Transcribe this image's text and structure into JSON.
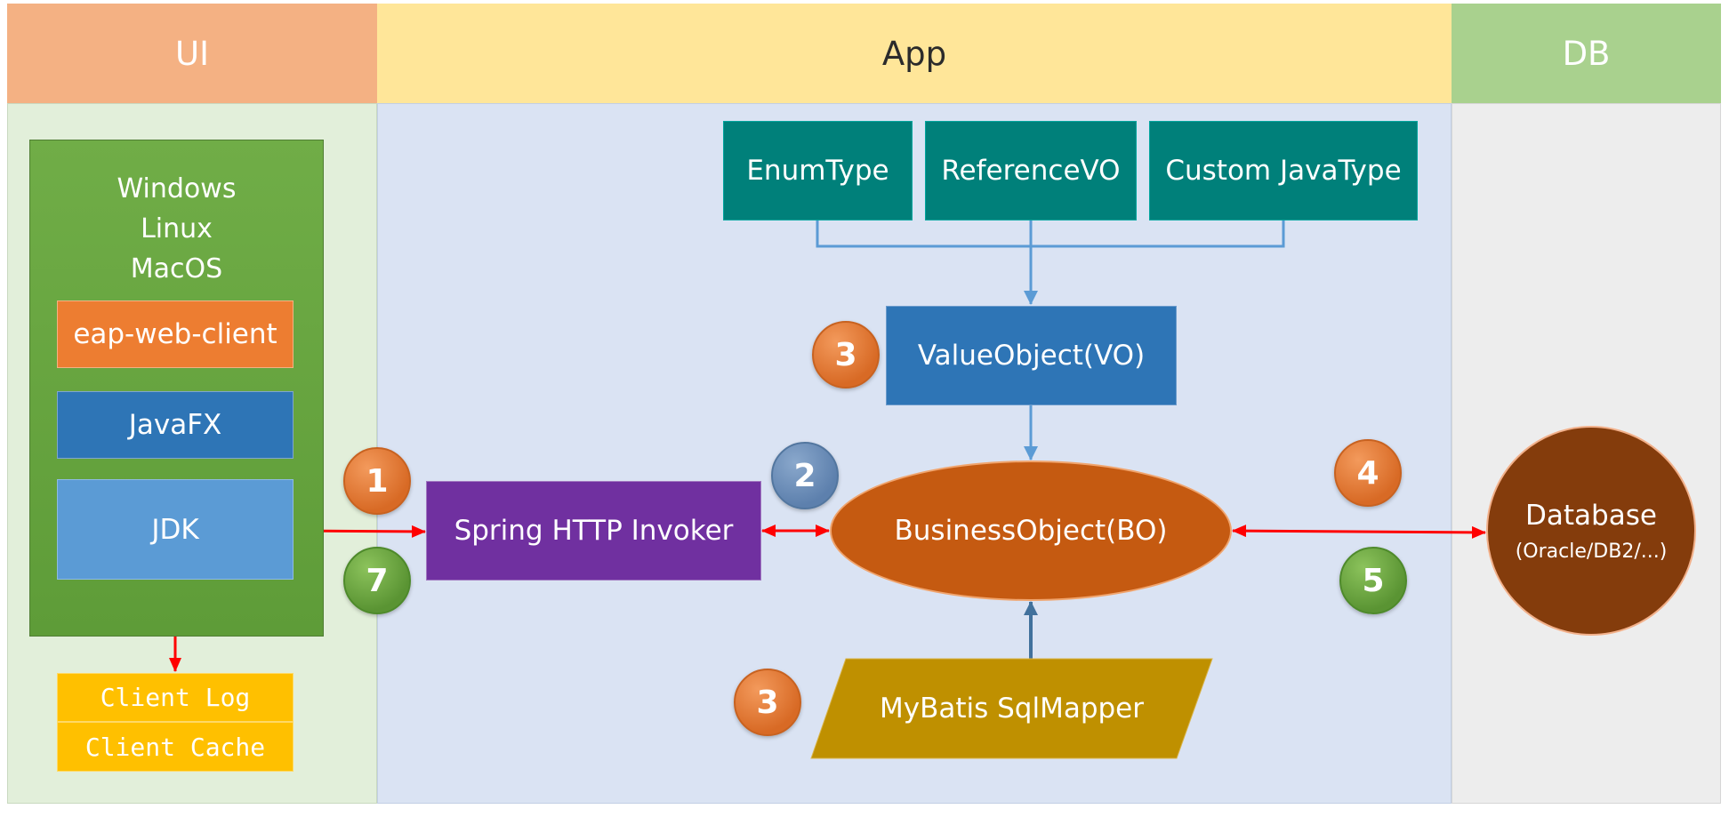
{
  "lanes": {
    "ui": "UI",
    "app": "App",
    "db": "DB"
  },
  "os_lines": [
    "Windows",
    "Linux",
    "MacOS"
  ],
  "client": {
    "web_client": "eap-web-client",
    "javafx": "JavaFX",
    "jdk": "JDK",
    "log": "Client Log",
    "cache": "Client Cache"
  },
  "types": {
    "enum": "EnumType",
    "reference": "ReferenceVO",
    "custom": "Custom JavaType"
  },
  "value_object": "ValueObject(VO)",
  "business_object": "BusinessObject(BO)",
  "invoker": "Spring HTTP Invoker",
  "mapper": "MyBatis SqlMapper",
  "database": {
    "name": "Database",
    "detail": "(Oracle/DB2/...)"
  },
  "badges": {
    "b1": "1",
    "b2": "2",
    "b3_vo": "3",
    "b3_mapper": "3",
    "b4": "4",
    "b5": "5",
    "b7": "7"
  },
  "colors": {
    "ui_header": "#f4b183",
    "app_header": "#ffe699",
    "db_header": "#a9d18e",
    "ui_body": "#e2efda",
    "app_body": "#dae3f3",
    "db_body": "#ededed",
    "os_panel": "#6aa843",
    "web_client": "#ed7d31",
    "javafx": "#2e75b6",
    "jdk": "#5b9bd5",
    "log_cache": "#ffc000",
    "types": "#00807a",
    "value_object": "#2e75b6",
    "business_object": "#c55a11",
    "invoker": "#7030a0",
    "mapper": "#bf9000",
    "database": "#843c0c",
    "arrow_red": "#ff0000",
    "arrow_blue": "#5b9bd5"
  }
}
